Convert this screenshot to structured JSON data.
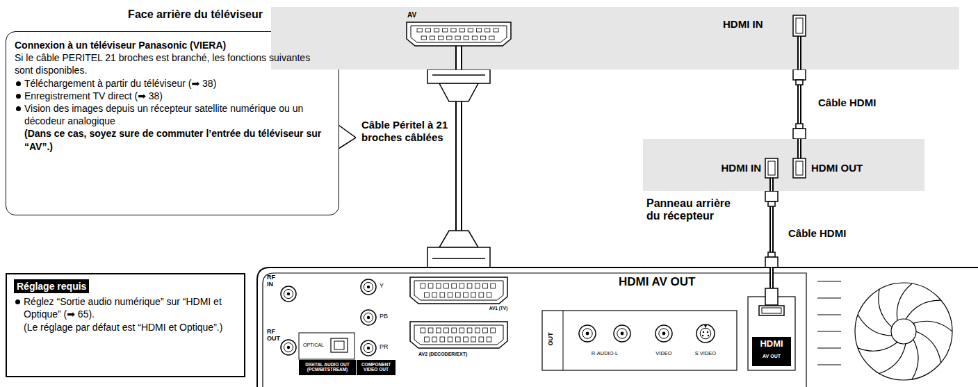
{
  "diagram": {
    "nodes": [
      {
        "text": [
          "Connexion à un téléviseur Panasonic (VIERA)",
          "Si le câble PERITEL 21 broches est branché, les fonctions suivantes sont disponibles.",
          "Téléchargement à partir du téléviseur (➡ 38)",
          "Enregistrement TV direct (➡ 38)",
          "Vision des images depuis un récepteur satellite numérique ou un décodeur analogique",
          "(Dans ce cas, soyez sure de commuter l’entrée du téléviseur sur “AV”.)"
        ]
      },
      {
        "text": [
          "Face arrière du téléviseur",
          "AV",
          "HDMI IN"
        ]
      },
      {
        "text": [
          "HDMI IN",
          "HDMI OUT",
          "Panneau arrière du récepteur"
        ]
      },
      {
        "text": [
          "RF IN",
          "RF OUT",
          "OPTICAL",
          "DIGITAL AUDIO OUT (PCM/BITSTREAM)",
          "Y",
          "PB",
          "PR",
          "COMPONENT VIDEO OUT",
          "AV1 (TV)",
          "AV2 (DECODER/EXT)",
          "HDMI AV OUT",
          "OUT",
          "R-AUDIO-L",
          "VIDEO",
          "S VIDEO",
          "HDMI",
          "AV OUT"
        ]
      },
      {
        "text": [
          "Réglage requis",
          "Réglez “Sortie audio numérique” sur “HDMI et Optique” (➡ 65).",
          "(Le réglage par défaut est “HDMI et Optique”.)"
        ]
      }
    ],
    "edges": [
      {
        "from": 1,
        "to": 3,
        "arrow": "none",
        "label": "Câble Péritel à 21 broches câblées"
      },
      {
        "from": 1,
        "to": 2,
        "arrow": "none",
        "label": "Câble HDMI"
      },
      {
        "from": 2,
        "to": 3,
        "arrow": "none",
        "label": "Câble HDMI"
      }
    ]
  }
}
